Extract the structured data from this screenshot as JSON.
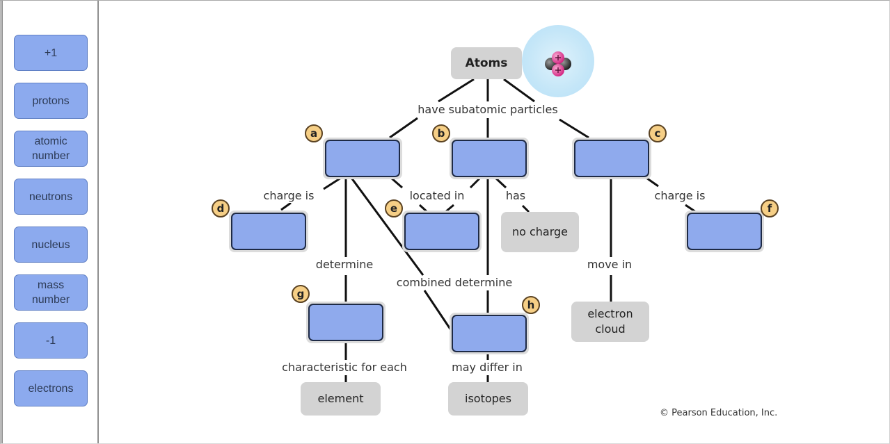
{
  "label_bank": [
    {
      "label": "+1"
    },
    {
      "label": "protons"
    },
    {
      "label": "atomic\nnumber"
    },
    {
      "label": "neutrons"
    },
    {
      "label": "nucleus"
    },
    {
      "label": "mass\nnumber"
    },
    {
      "label": "-1"
    },
    {
      "label": "electrons"
    }
  ],
  "concept_map": {
    "title": "Atoms",
    "atom_icon": "atom-nucleus-icon",
    "fixed_nodes": {
      "no_charge": "no charge",
      "electron_cloud": "electron\ncloud",
      "element": "element",
      "isotopes": "isotopes"
    },
    "targets": [
      "a",
      "b",
      "c",
      "d",
      "e",
      "f",
      "g",
      "h"
    ],
    "link_labels": {
      "have_subatomic_particles": "have subatomic particles",
      "charge_is_left": "charge is",
      "located_in": "located in",
      "has": "has",
      "charge_is_right": "charge is",
      "determine": "determine",
      "combined_determine": "combined determine",
      "move_in": "move in",
      "characteristic_for_each": "characteristic for each",
      "may_differ_in": "may differ in"
    },
    "colors": {
      "target_fill": "#8faaed",
      "badge_fill": "#f6cf86",
      "node_gray": "#d3d3d3",
      "proton_pink": "#e0439a"
    }
  },
  "copyright": "© Pearson Education, Inc."
}
